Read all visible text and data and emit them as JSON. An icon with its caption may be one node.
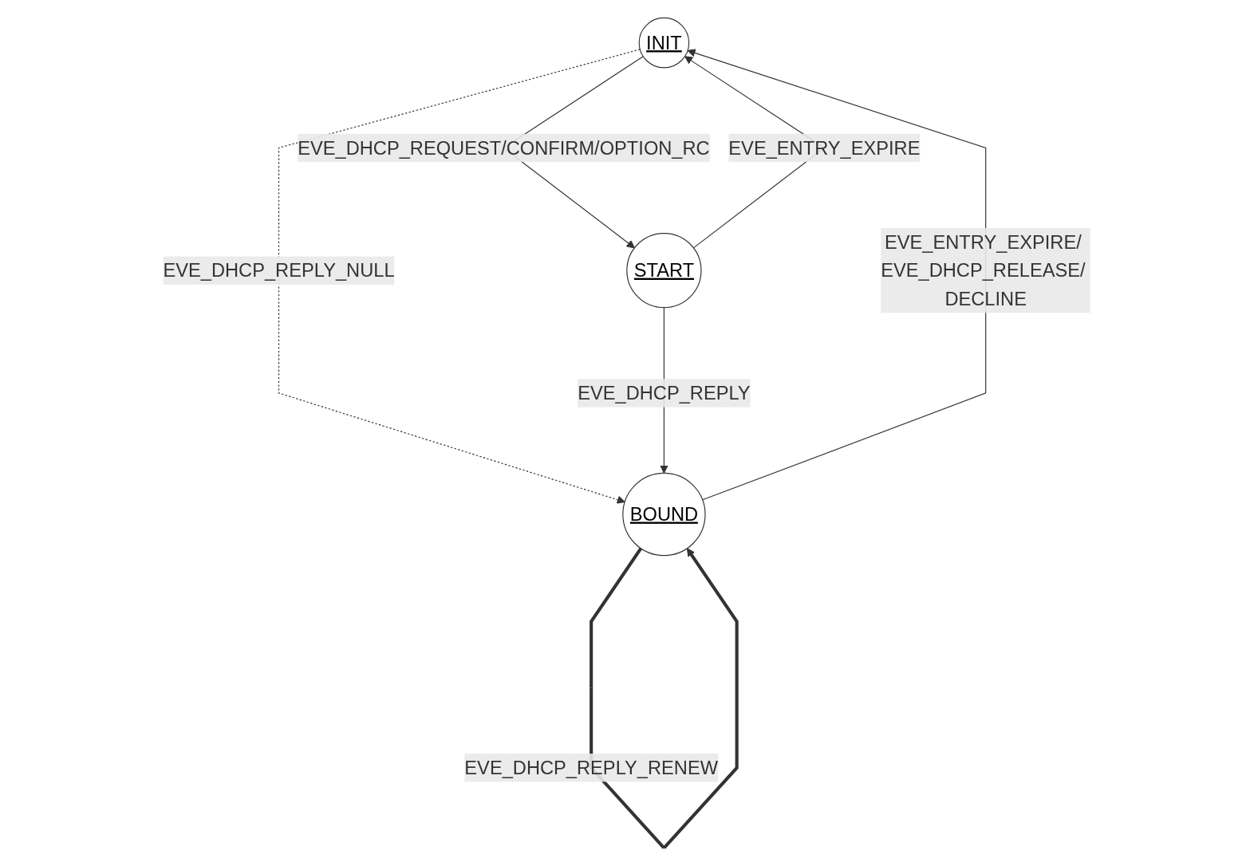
{
  "diagram": {
    "nodes": [
      {
        "text": [
          "INIT"
        ]
      },
      {
        "text": [
          "START"
        ]
      },
      {
        "text": [
          "BOUND"
        ]
      }
    ],
    "edges": [
      {
        "from": 1,
        "to": 0,
        "arrow": "to",
        "label": "EVE_ENTRY_EXPIRE"
      },
      {
        "from": 0,
        "to": 1,
        "arrow": "to",
        "label": "EVE_DHCP_REQUEST/CONFIRM/OPTION_RC"
      },
      {
        "from": 0,
        "to": 2,
        "arrow": "to",
        "label": "EVE_DHCP_REPLY_NULL",
        "style": "dashed"
      },
      {
        "from": 2,
        "to": 0,
        "arrow": "to",
        "label": "EVE_ENTRY_EXPIRE/ EVE_DHCP_RELEASE/ DECLINE"
      },
      {
        "from": 1,
        "to": 2,
        "arrow": "to",
        "label": "EVE_DHCP_REPLY"
      },
      {
        "from": 2,
        "to": 2,
        "arrow": "to",
        "label": "EVE_DHCP_REPLY_RENEW",
        "style": "thick"
      }
    ]
  }
}
